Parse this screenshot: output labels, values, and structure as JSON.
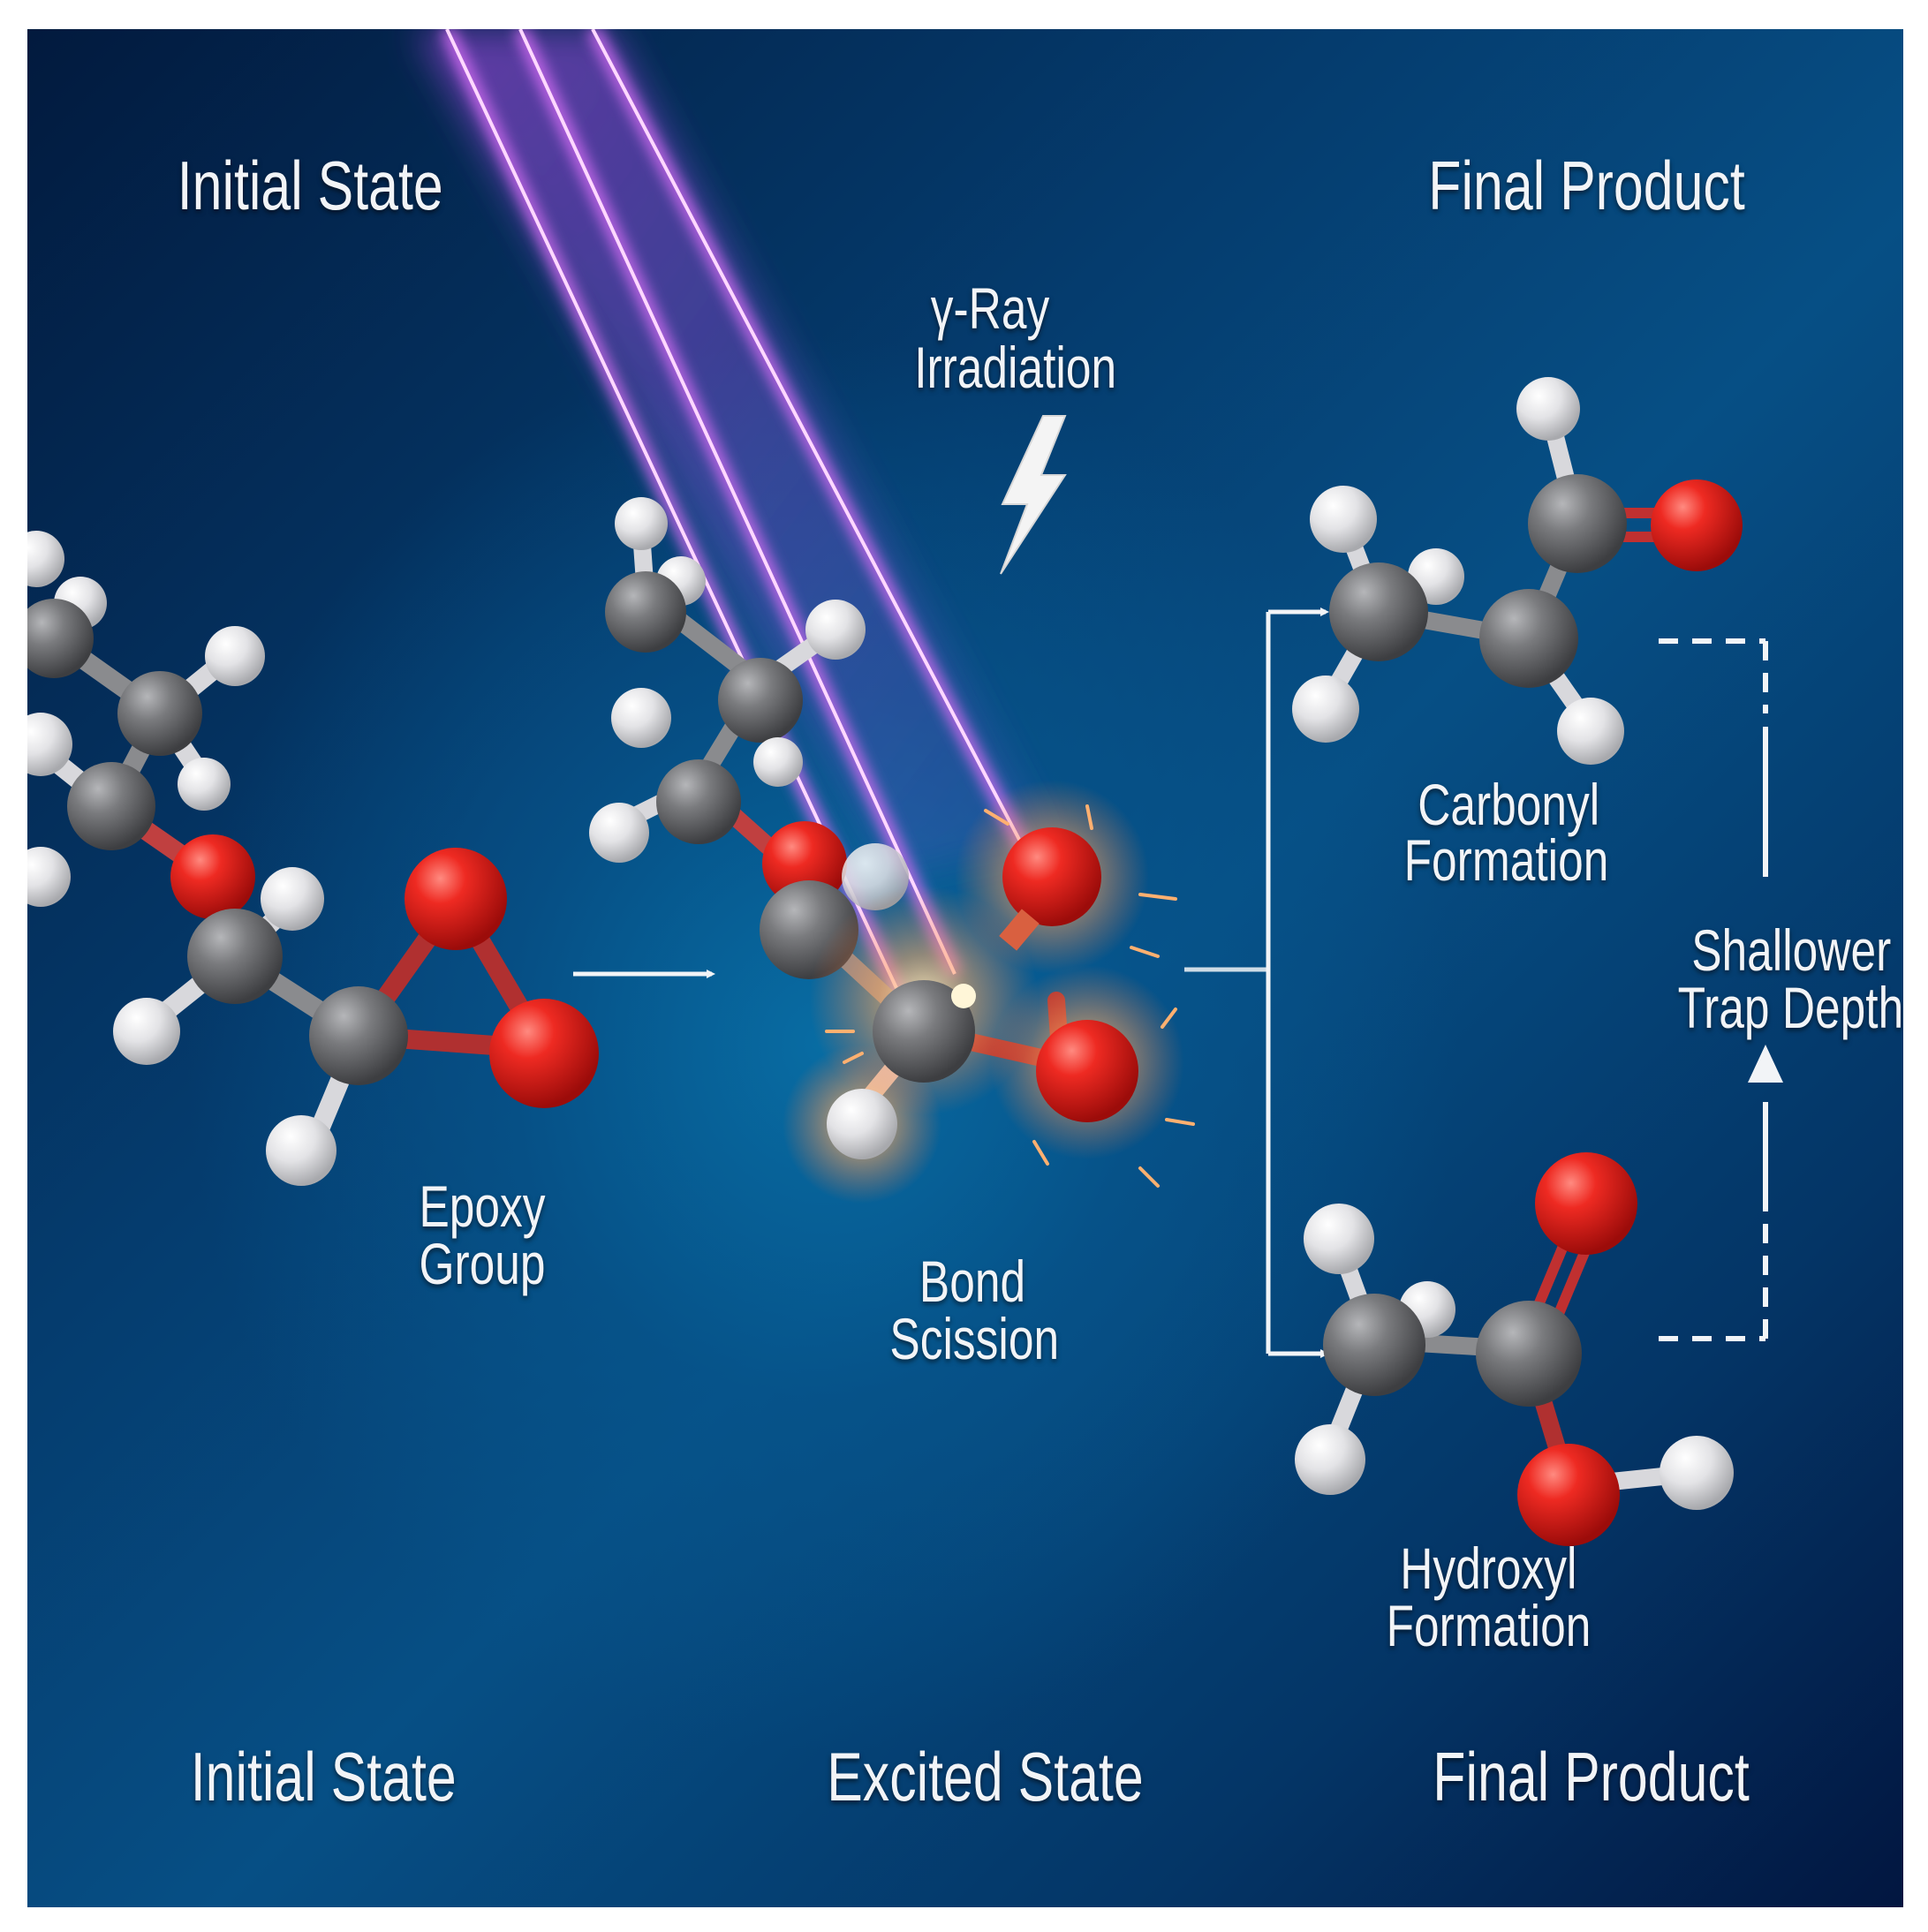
{
  "diagram": {
    "top_headings": {
      "left": "Initial State",
      "right": "Final Product"
    },
    "bottom_headings": {
      "left": "Initial State",
      "center": "Excited State",
      "right": "Final Product"
    },
    "irradiation_label": {
      "line1": "γ-Ray",
      "line2": "Irradiation"
    },
    "stages": [
      {
        "id": "epoxy",
        "label_line1": "Epoxy",
        "label_line2": "Group"
      },
      {
        "id": "scission",
        "label_line1": "Bond",
        "label_line2": "Scission"
      },
      {
        "id": "carbonyl",
        "label_line1": "Carbonyl",
        "label_line2": "Formation"
      },
      {
        "id": "hydroxyl",
        "label_line1": "Hydroxyl",
        "label_line2": "Formation"
      }
    ],
    "trap_label": {
      "line1": "Shallower",
      "line2": "Trap Depth"
    },
    "icons": [
      "lightning-bolt-icon",
      "arrow-right-icon",
      "branch-arrow-icon",
      "arrow-up-icon"
    ],
    "colors": {
      "background_dark": "#021a3e",
      "background_mid": "#064f85",
      "beam": "#d46cf5",
      "oxygen": "#e0201c",
      "carbon": "#6f7073",
      "hydrogen": "#e6e6e8",
      "text": "#f2f4f7"
    }
  }
}
